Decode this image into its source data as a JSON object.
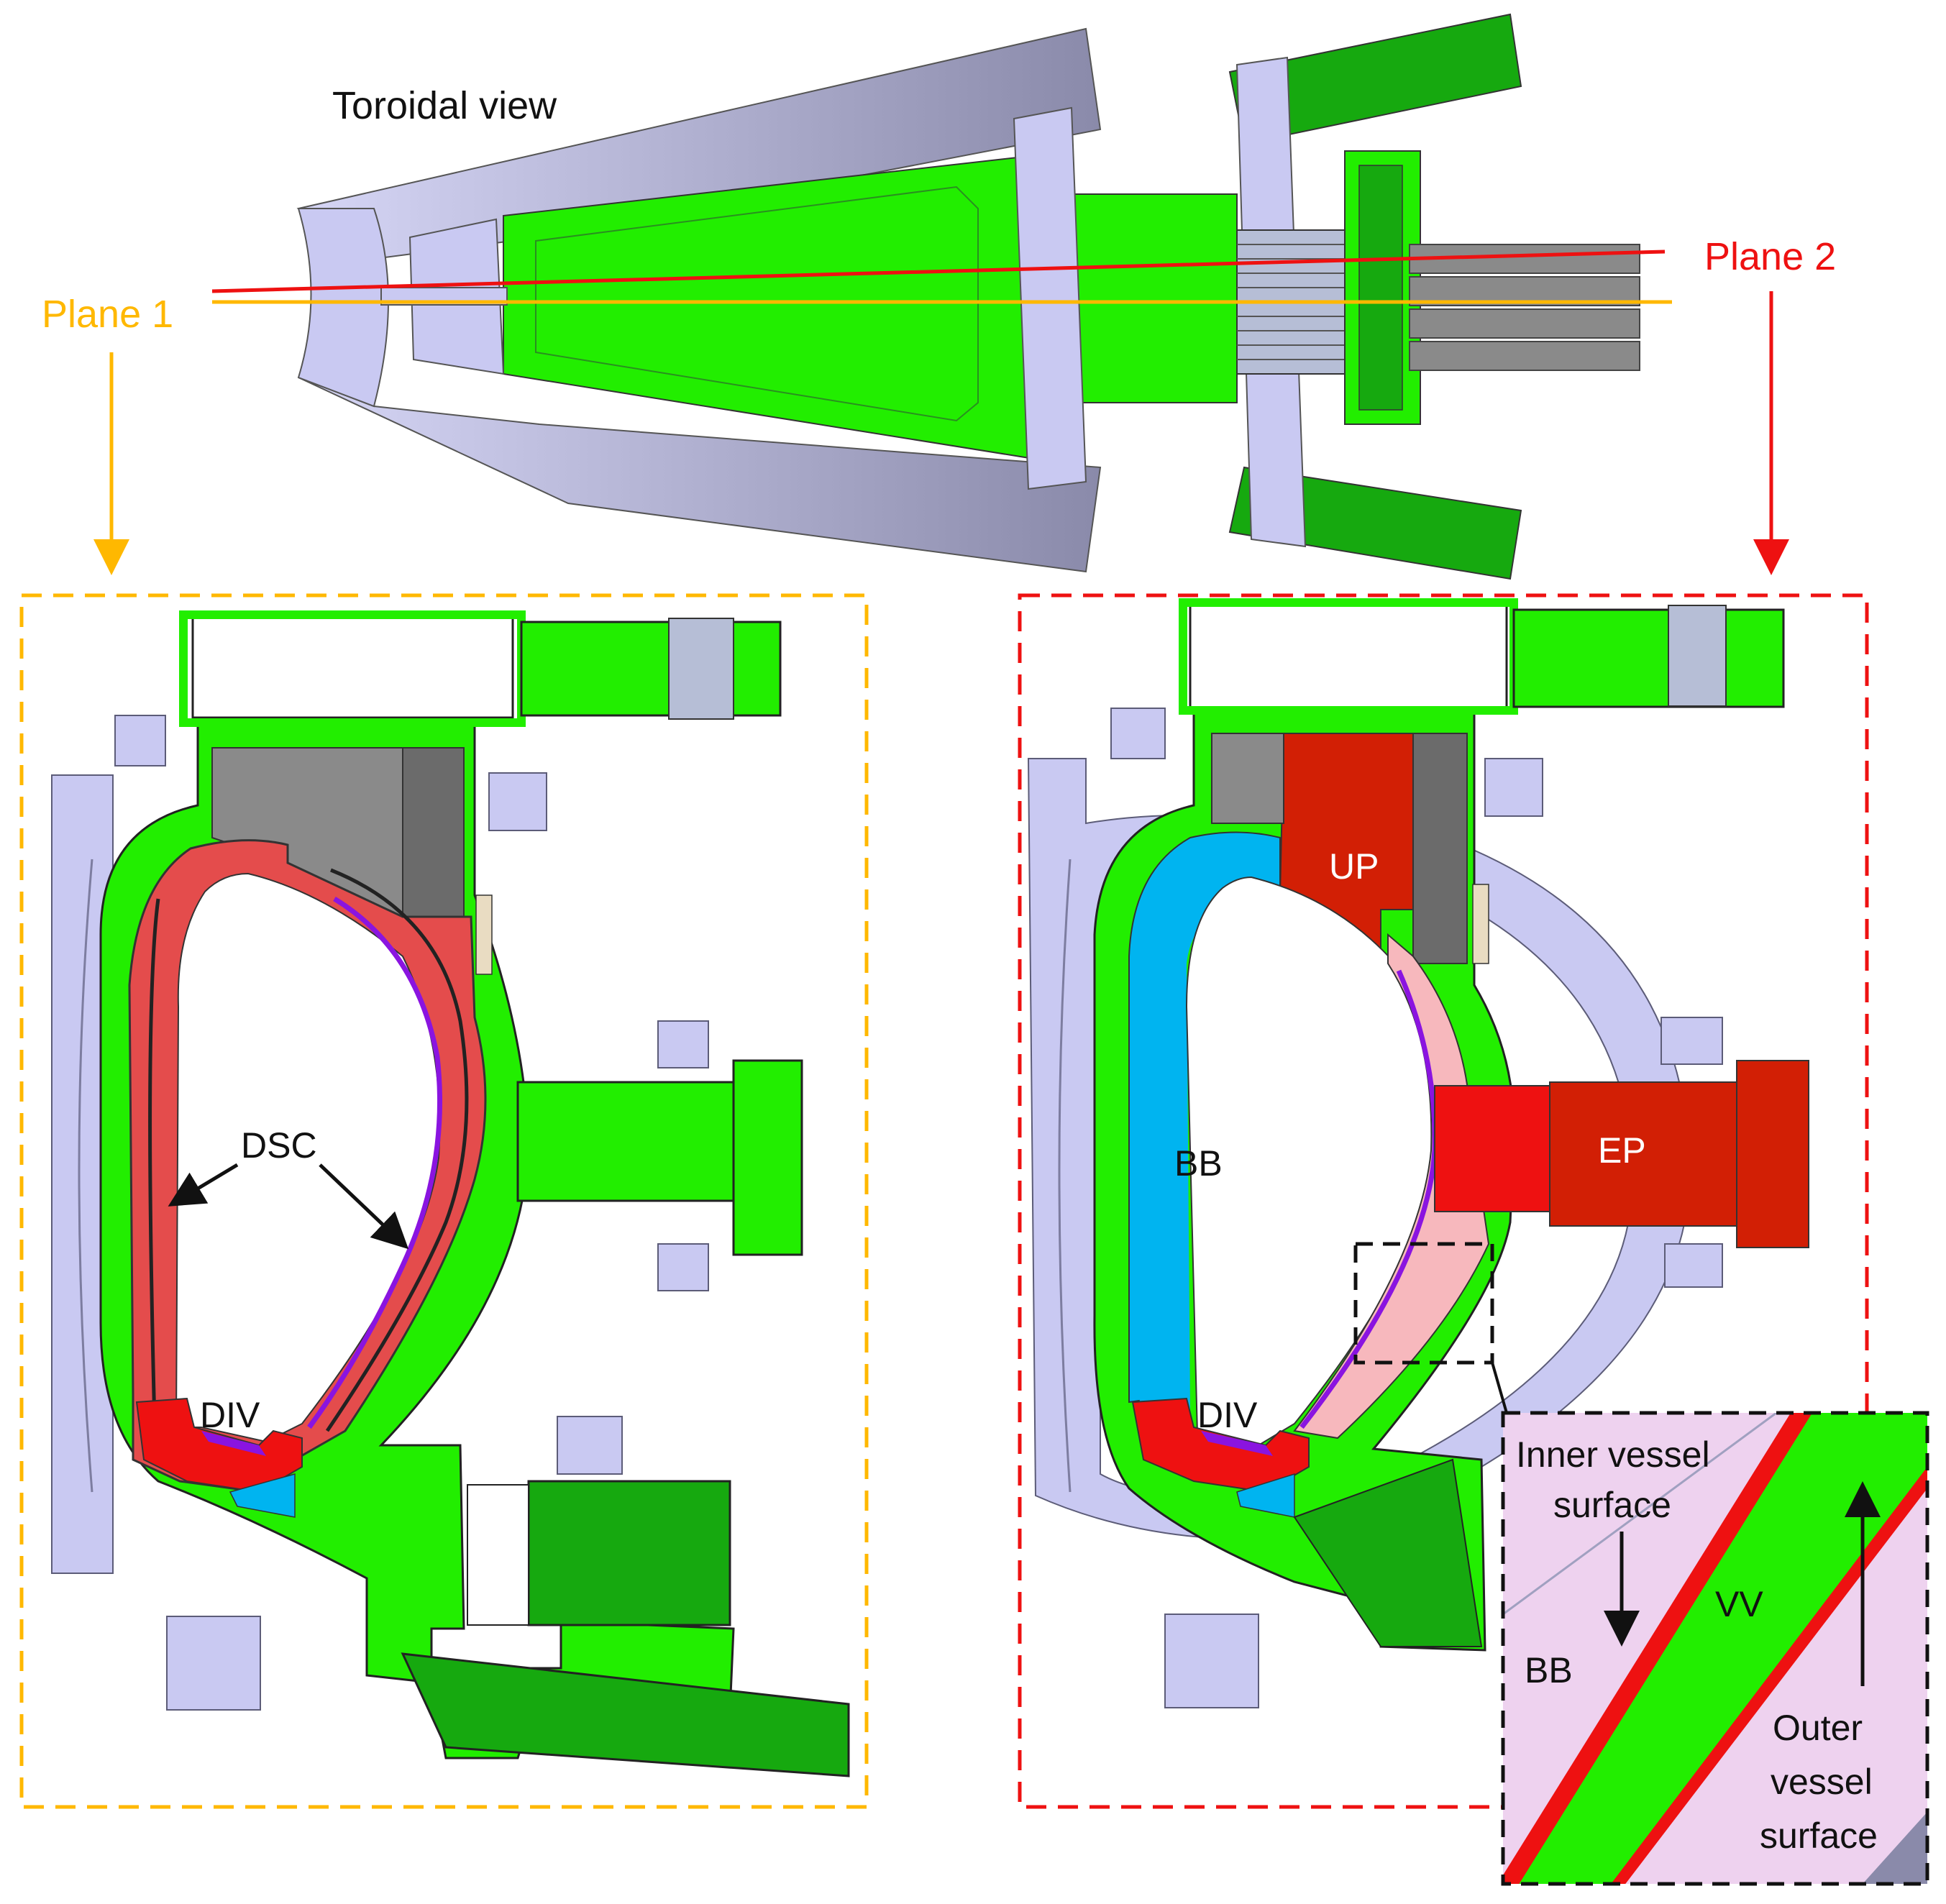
{
  "colors": {
    "vessel_green": "#22ee00",
    "vessel_dark_green": "#16a90f",
    "coil_lavender": "#c9c9f2",
    "coil_shadow": "#5c5c78",
    "red": "#ee1111",
    "dark_red": "#d21f05",
    "pink": "#f7b8bd",
    "blue": "#00b4f0",
    "gray": "#8a8a8a",
    "dark_gray": "#6b6b6b",
    "purple": "#8a14e0",
    "plane1_color": "#ffb800",
    "plane2_color": "#ee1111",
    "inset_bb": "#eed2ef"
  },
  "labels": {
    "toroidal_view": "Toroidal view",
    "plane1": "Plane 1",
    "plane2": "Plane 2",
    "dsc": "DSC",
    "div_left": "DIV",
    "div_right": "DIV",
    "bb": "BB",
    "up": "UP",
    "ep": "EP",
    "inner_vessel_surface_line1": "Inner vessel",
    "inner_vessel_surface_line2": "surface",
    "vv": "VV",
    "inset_bb": "BB",
    "outer_vessel_surface_line1": "Outer",
    "outer_vessel_surface_line2": "vessel",
    "outer_vessel_surface_line3": "surface"
  }
}
